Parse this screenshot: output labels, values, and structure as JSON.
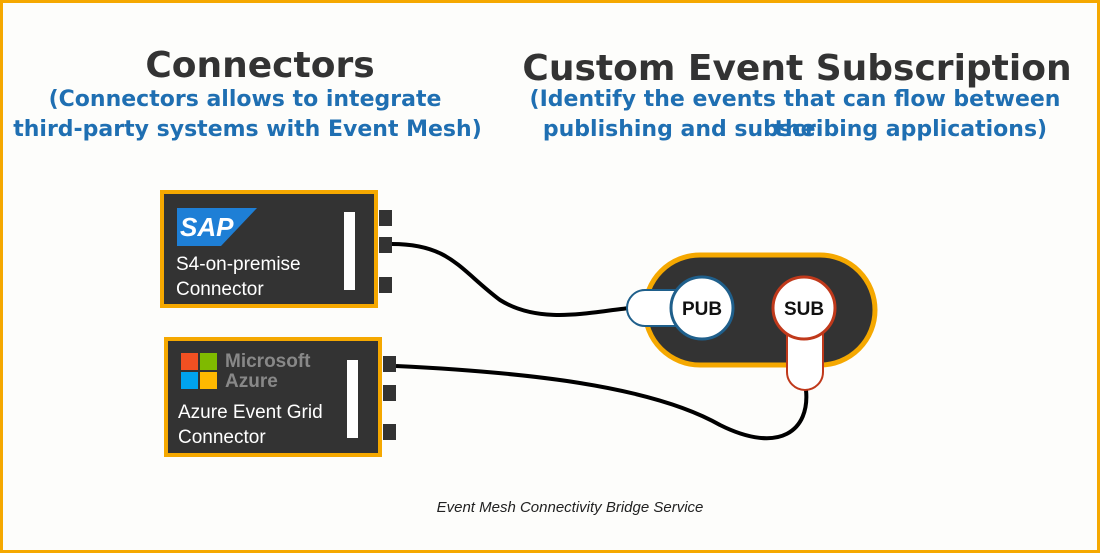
{
  "left_section": {
    "title": "Connectors",
    "subtitle_line1": "(Connectors allows to integrate",
    "subtitle_line2": "third-party systems with Event Mesh)"
  },
  "right_section": {
    "title": "Custom Event Subscription",
    "subtitle_line1": "(Identify the events that can flow between the",
    "subtitle_line2": "publishing and subscribing applications)"
  },
  "connectors": [
    {
      "logo": "SAP",
      "line1": "S4-on-premise",
      "line2": "Connector"
    },
    {
      "logo_line1": "Microsoft",
      "logo_line2": "Azure",
      "line1": "Azure Event Grid",
      "line2": "Connector"
    }
  ],
  "broker": {
    "pub_label": "PUB",
    "sub_label": "SUB"
  },
  "caption": "Event Mesh Connectivity Bridge Service",
  "colors": {
    "border_accent": "#f5a800",
    "box_fill": "#333333",
    "subtitle_blue": "#1f6fb2",
    "pub_blue": "#1f5f8b",
    "sub_red": "#c0391b"
  },
  "icons": [
    "sap-logo-icon",
    "microsoft-logo-icon"
  ]
}
